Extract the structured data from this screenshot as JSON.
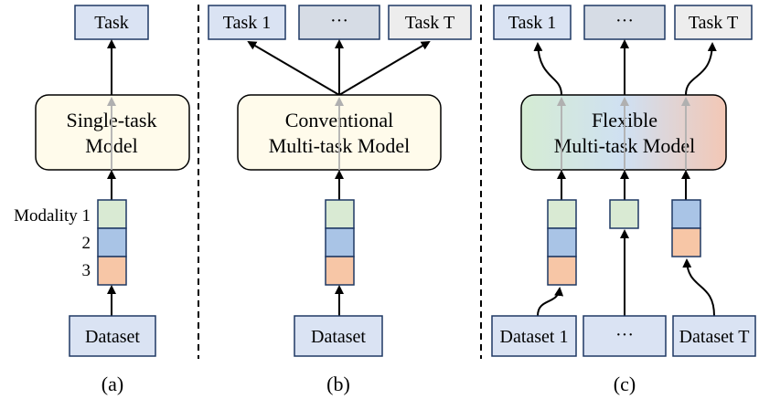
{
  "panel_a": {
    "task": "Task",
    "model_line1": "Single-task",
    "model_line2": "Model",
    "modality_1": "Modality 1",
    "modality_2": "2",
    "modality_3": "3",
    "dataset": "Dataset",
    "caption": "(a)"
  },
  "panel_b": {
    "task_1": "Task 1",
    "task_ellipsis": "···",
    "task_t": "Task T",
    "model_line1": "Conventional",
    "model_line2": "Multi-task Model",
    "dataset": "Dataset",
    "caption": "(b)"
  },
  "panel_c": {
    "task_1": "Task 1",
    "task_ellipsis": "···",
    "task_t": "Task T",
    "model_line1": "Flexible",
    "model_line2": "Multi-task Model",
    "dataset_1": "Dataset 1",
    "dataset_ellipsis": "···",
    "dataset_t": "Dataset T",
    "caption": "(c)"
  },
  "colors": {
    "task_blue": "#dae3f3",
    "task_gray": "#d6dce5",
    "task_light": "#ededed",
    "model_fill": "#fffbeb",
    "modality_green": "#d9ead3",
    "modality_blue": "#a9c4e6",
    "modality_orange": "#f7c6a6",
    "flex_left": "#d5ecd3",
    "flex_mid": "#cfe0f2",
    "flex_right": "#f3c7b5",
    "stroke": "#1f3864"
  }
}
